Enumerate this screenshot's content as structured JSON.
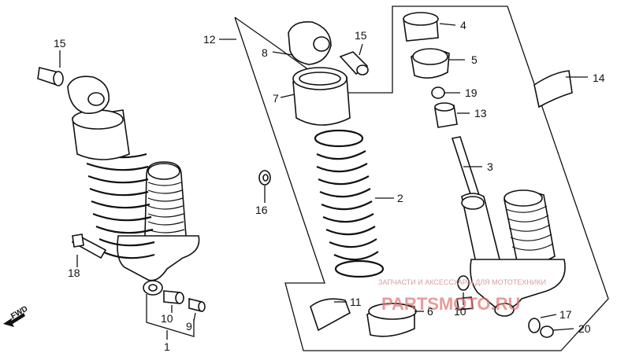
{
  "labels": {
    "l1": "1",
    "l2": "2",
    "l3": "3",
    "l4": "4",
    "l5": "5",
    "l6": "6",
    "l7": "7",
    "l8": "8",
    "l9": "9",
    "l10a": "10",
    "l10b": "10",
    "l11": "11",
    "l12": "12",
    "l13": "13",
    "l14": "14",
    "l15a": "15",
    "l15b": "15",
    "l16": "16",
    "l17": "17",
    "l18": "18",
    "l19": "19",
    "l20": "20"
  },
  "fwd_label": "FWD",
  "watermark": {
    "line1": "ЗАПЧАСТИ И АКСЕССУАРЫ ДЛЯ МОТОТЕХНИКИ",
    "line2": "PARTSMOTO.RU"
  }
}
